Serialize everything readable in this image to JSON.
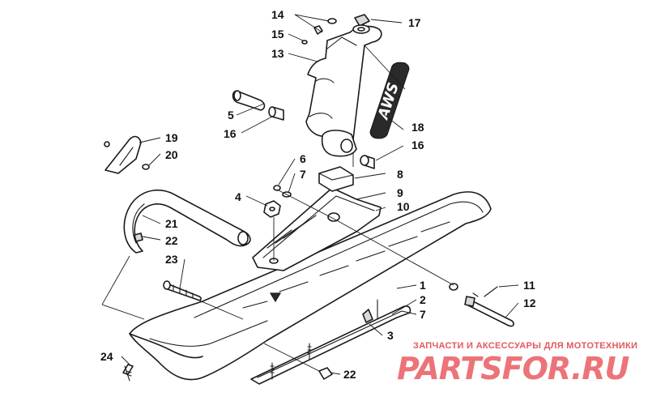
{
  "callouts": [
    "1",
    "2",
    "3",
    "4",
    "5",
    "6",
    "7",
    "8",
    "9",
    "10",
    "11",
    "12",
    "13",
    "14",
    "15",
    "16",
    "17",
    "18",
    "19",
    "20",
    "21",
    "22",
    "23",
    "24"
  ],
  "decal_text": "AWS",
  "watermark": {
    "caption": "ЗАПЧАСТИ И АКСЕССУАРЫ ДЛЯ МОТОТЕХНИКИ",
    "logo": "PARTSFOR.RU",
    "color": "#e0595e"
  }
}
